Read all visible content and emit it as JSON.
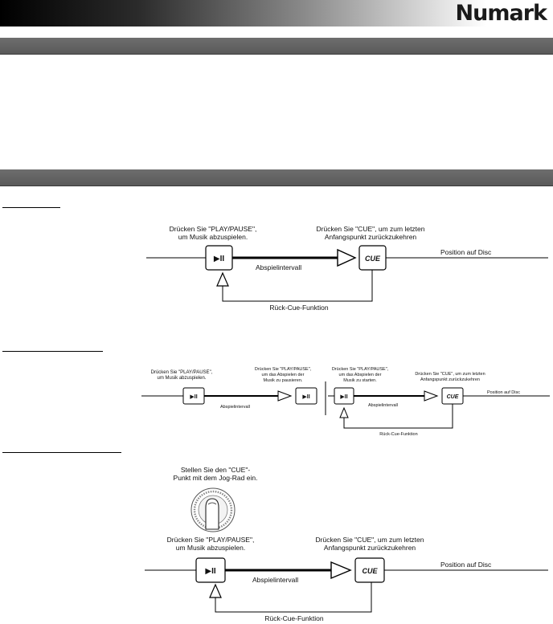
{
  "brand": {
    "logo_text": "Numark"
  },
  "diagram1": {
    "play_caption_line1": "Drücken Sie \"PLAY/PAUSE\",",
    "play_caption_line2": "um Musik abzuspielen.",
    "cue_caption_line1": "Drücken Sie \"CUE\", um zum letzten",
    "cue_caption_line2": "Anfangspunkt zurückzukehren",
    "play_button_label": "▶II",
    "cue_button_label": "CUE",
    "interval_label": "Abspielintervall",
    "position_label": "Position auf Disc",
    "back_cue_label": "Rück-Cue-Funktion"
  },
  "diagram2": {
    "play1_caption_line1": "Drücken Sie \"PLAY/PAUSE\",",
    "play1_caption_line2": "um Musik abzuspielen.",
    "pause_caption_line1": "Drücken Sie \"PLAY/PAUSE\",",
    "pause_caption_line2": "um das Abspielen der",
    "pause_caption_line3": "Musik zu pausieren.",
    "restart_caption_line1": "Drücken Sie \"PLAY/PAUSE\",",
    "restart_caption_line2": "um das Abspielen der",
    "restart_caption_line3": "Musik zu starten.",
    "cue_caption_line1": "Drücken Sie \"CUE\", um zum letzten",
    "cue_caption_line2": "Anfangspunkt zurückzukehren",
    "play_button_label": "▶II",
    "cue_button_label": "CUE",
    "interval_label_1": "Abspielintervall",
    "interval_label_2": "Abspielintervall",
    "position_label": "Position auf Disc",
    "back_cue_label": "Rück-Cue-Funktion"
  },
  "diagram3": {
    "jog_caption_line1": "Stellen Sie den \"CUE\"-",
    "jog_caption_line2": "Punkt mit dem Jog-Rad ein.",
    "play_caption_line1": "Drücken Sie \"PLAY/PAUSE\",",
    "play_caption_line2": "um Musik abzuspielen.",
    "cue_caption_line1": "Drücken Sie \"CUE\", um zum letzten",
    "cue_caption_line2": "Anfangspunkt zurückzukehren",
    "play_button_label": "▶II",
    "cue_button_label": "CUE",
    "interval_label": "Abspielintervall",
    "position_label": "Position auf Disc",
    "back_cue_label": "Rück-Cue-Funktion"
  },
  "colors": {
    "section_bar": "#5f5f5f",
    "topbar_dark": "#000000"
  }
}
